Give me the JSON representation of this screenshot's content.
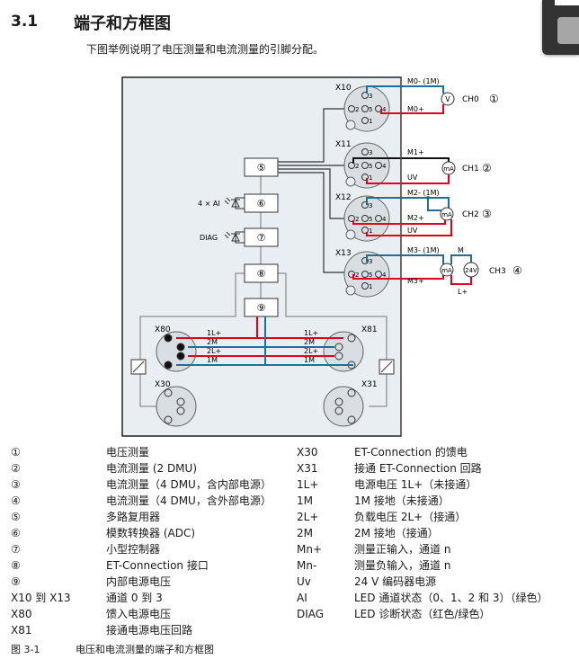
{
  "section": {
    "number": "3.1",
    "title": "端子和方框图"
  },
  "intro": "下图举例说明了电压测量和电流测量的引脚分配。",
  "diagram": {
    "blocks": [
      "⑤",
      "⑥",
      "⑦",
      "⑧",
      "⑨"
    ],
    "led_labels": {
      "ai": "4 × AI",
      "diag": "DIAG"
    },
    "connectors": {
      "x10": "X10",
      "x11": "X11",
      "x12": "X12",
      "x13": "X13",
      "x80": "X80",
      "x81": "X81",
      "x30": "X30",
      "x31": "X31"
    },
    "pins": {
      "p1": "1",
      "p2": "2",
      "p3": "3",
      "p4": "4",
      "p5": "5"
    },
    "power_lines": {
      "l1p": "1L+",
      "m2": "2M",
      "l2p": "2L+",
      "m1": "1M"
    },
    "channels": {
      "ch0": {
        "label": "CH0",
        "ref": "①",
        "minus": "M0- (1M)",
        "plus": "M0+",
        "meter": "V"
      },
      "ch1": {
        "label": "CH1",
        "ref": "②",
        "plus": "M1+",
        "uv": "UV",
        "meter": "mA"
      },
      "ch2": {
        "label": "CH2",
        "ref": "③",
        "minus": "M2- (1M)",
        "plus": "M2+",
        "uv": "UV",
        "meter": "mA"
      },
      "ch3": {
        "label": "CH3",
        "ref": "④",
        "minus": "M3- (1M)",
        "plus": "M3+",
        "m": "M",
        "lp": "L+",
        "meter": "mA",
        "supply": "24V"
      }
    },
    "colors": {
      "red": "#e3001b",
      "blue": "#1f6f96",
      "black": "#111111",
      "box": "#e8eef2",
      "line": "#555555"
    }
  },
  "legend_left": [
    {
      "key": "①",
      "value": "电压测量"
    },
    {
      "key": "②",
      "value": "电流测量 (2 DMU)"
    },
    {
      "key": "③",
      "value": "电流测量（4 DMU，含内部电源）"
    },
    {
      "key": "④",
      "value": "电流测量（4 DMU，含外部电源）"
    },
    {
      "key": "⑤",
      "value": "多路复用器"
    },
    {
      "key": "⑥",
      "value": "模数转换器 (ADC)"
    },
    {
      "key": "⑦",
      "value": "小型控制器"
    },
    {
      "key": "⑧",
      "value": "ET-Connection 接口"
    },
    {
      "key": "⑨",
      "value": "内部电源电压"
    },
    {
      "key": "X10 到 X13",
      "value": "通道 0 到 3"
    },
    {
      "key": "X80",
      "value": "馈入电源电压"
    },
    {
      "key": "X81",
      "value": "接通电源电压回路"
    }
  ],
  "legend_right": [
    {
      "key": "X30",
      "value": "ET-Connection 的馈电"
    },
    {
      "key": "X31",
      "value": "接通 ET-Connection 回路"
    },
    {
      "key": "1L+",
      "value": "电源电压 1L+（未接通）"
    },
    {
      "key": "1M",
      "value": "1M 接地（未接通）"
    },
    {
      "key": "2L+",
      "value": "负载电压 2L+（接通）"
    },
    {
      "key": "2M",
      "value": "2M 接地（接通）"
    },
    {
      "key": "Mn+",
      "value": "测量正输入，通道 n"
    },
    {
      "key": "Mn-",
      "value": "测量负输入，通道 n"
    },
    {
      "key": "Uv",
      "value": "24 V 编码器电源"
    },
    {
      "key": "AI",
      "value": "LED 通道状态（0、1、2 和 3）（绿色）"
    },
    {
      "key": "DIAG",
      "value": "LED 诊断状态（红色/绿色）"
    }
  ],
  "caption": {
    "label": "图 3-1",
    "text": "电压和电流测量的端子和方框图"
  }
}
